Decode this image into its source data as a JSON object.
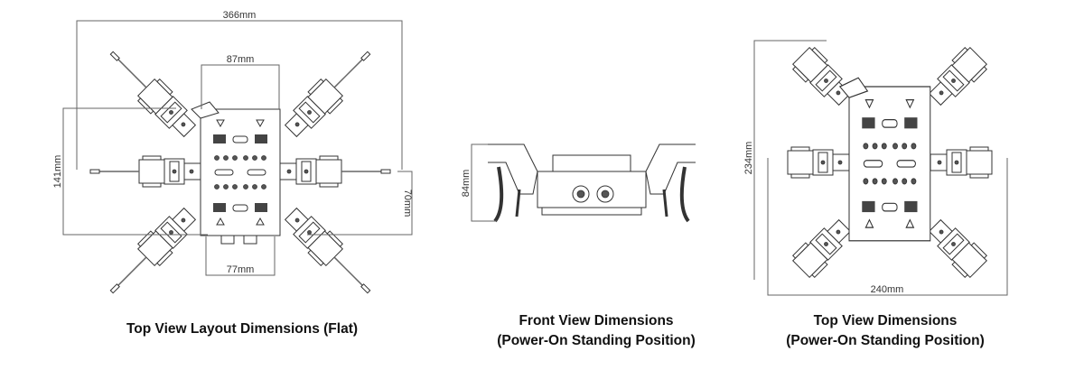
{
  "views": [
    {
      "caption": "Top View Layout Dimensions (Flat)",
      "dimensions": {
        "overall_width": "366mm",
        "front_width": "87mm",
        "rear_width": "77mm",
        "leg_span_length": "141mm",
        "half_length": "70mm"
      }
    },
    {
      "caption_line1": "Front View Dimensions",
      "caption_line2": "(Power-On Standing Position)",
      "dimensions": {
        "height": "84mm"
      }
    },
    {
      "caption_line1": "Top View Dimensions",
      "caption_line2": "(Power-On Standing Position)",
      "dimensions": {
        "length": "234mm",
        "width": "240mm"
      }
    }
  ]
}
